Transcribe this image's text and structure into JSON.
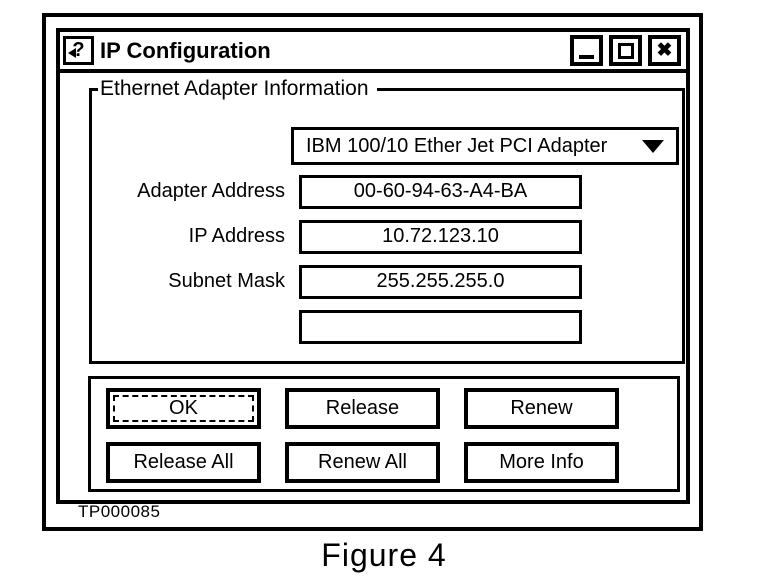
{
  "figure": {
    "plate_id": "TP000085",
    "caption": "Figure 4"
  },
  "window": {
    "title": "IP Configuration",
    "help_glyph": "?",
    "close_glyph": "✖"
  },
  "adapter_info": {
    "group_title": "Ethernet Adapter Information",
    "adapter_select": {
      "selected_option": "IBM 100/10 Ether Jet PCI Adapter"
    },
    "fields": [
      {
        "label": "Adapter Address",
        "value": "00-60-94-63-A4-BA"
      },
      {
        "label": "IP Address",
        "value": "10.72.123.10"
      },
      {
        "label": "Subnet Mask",
        "value": "255.255.255.0"
      },
      {
        "label": "",
        "value": ""
      }
    ]
  },
  "buttons": {
    "ok": "OK",
    "release": "Release",
    "renew": "Renew",
    "release_all": "Release All",
    "renew_all": "Renew All",
    "more_info": "More Info"
  },
  "colors": {
    "ink": "#000000",
    "paper": "#ffffff"
  }
}
